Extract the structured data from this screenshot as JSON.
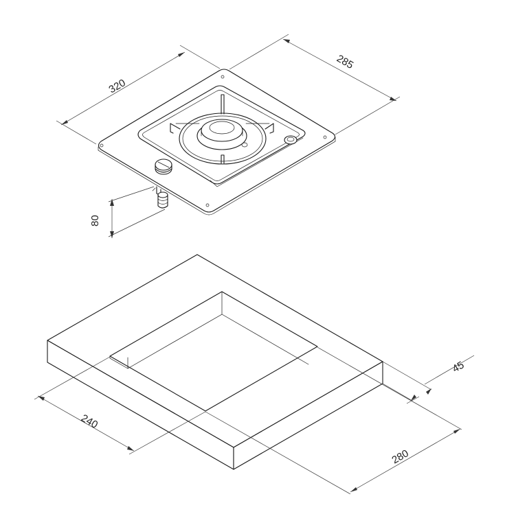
{
  "dimensions": {
    "hob_width": "320",
    "hob_depth": "285",
    "hob_height": "80",
    "cutout_depth": "240",
    "cutout_width": "280",
    "counter_height": "45"
  }
}
